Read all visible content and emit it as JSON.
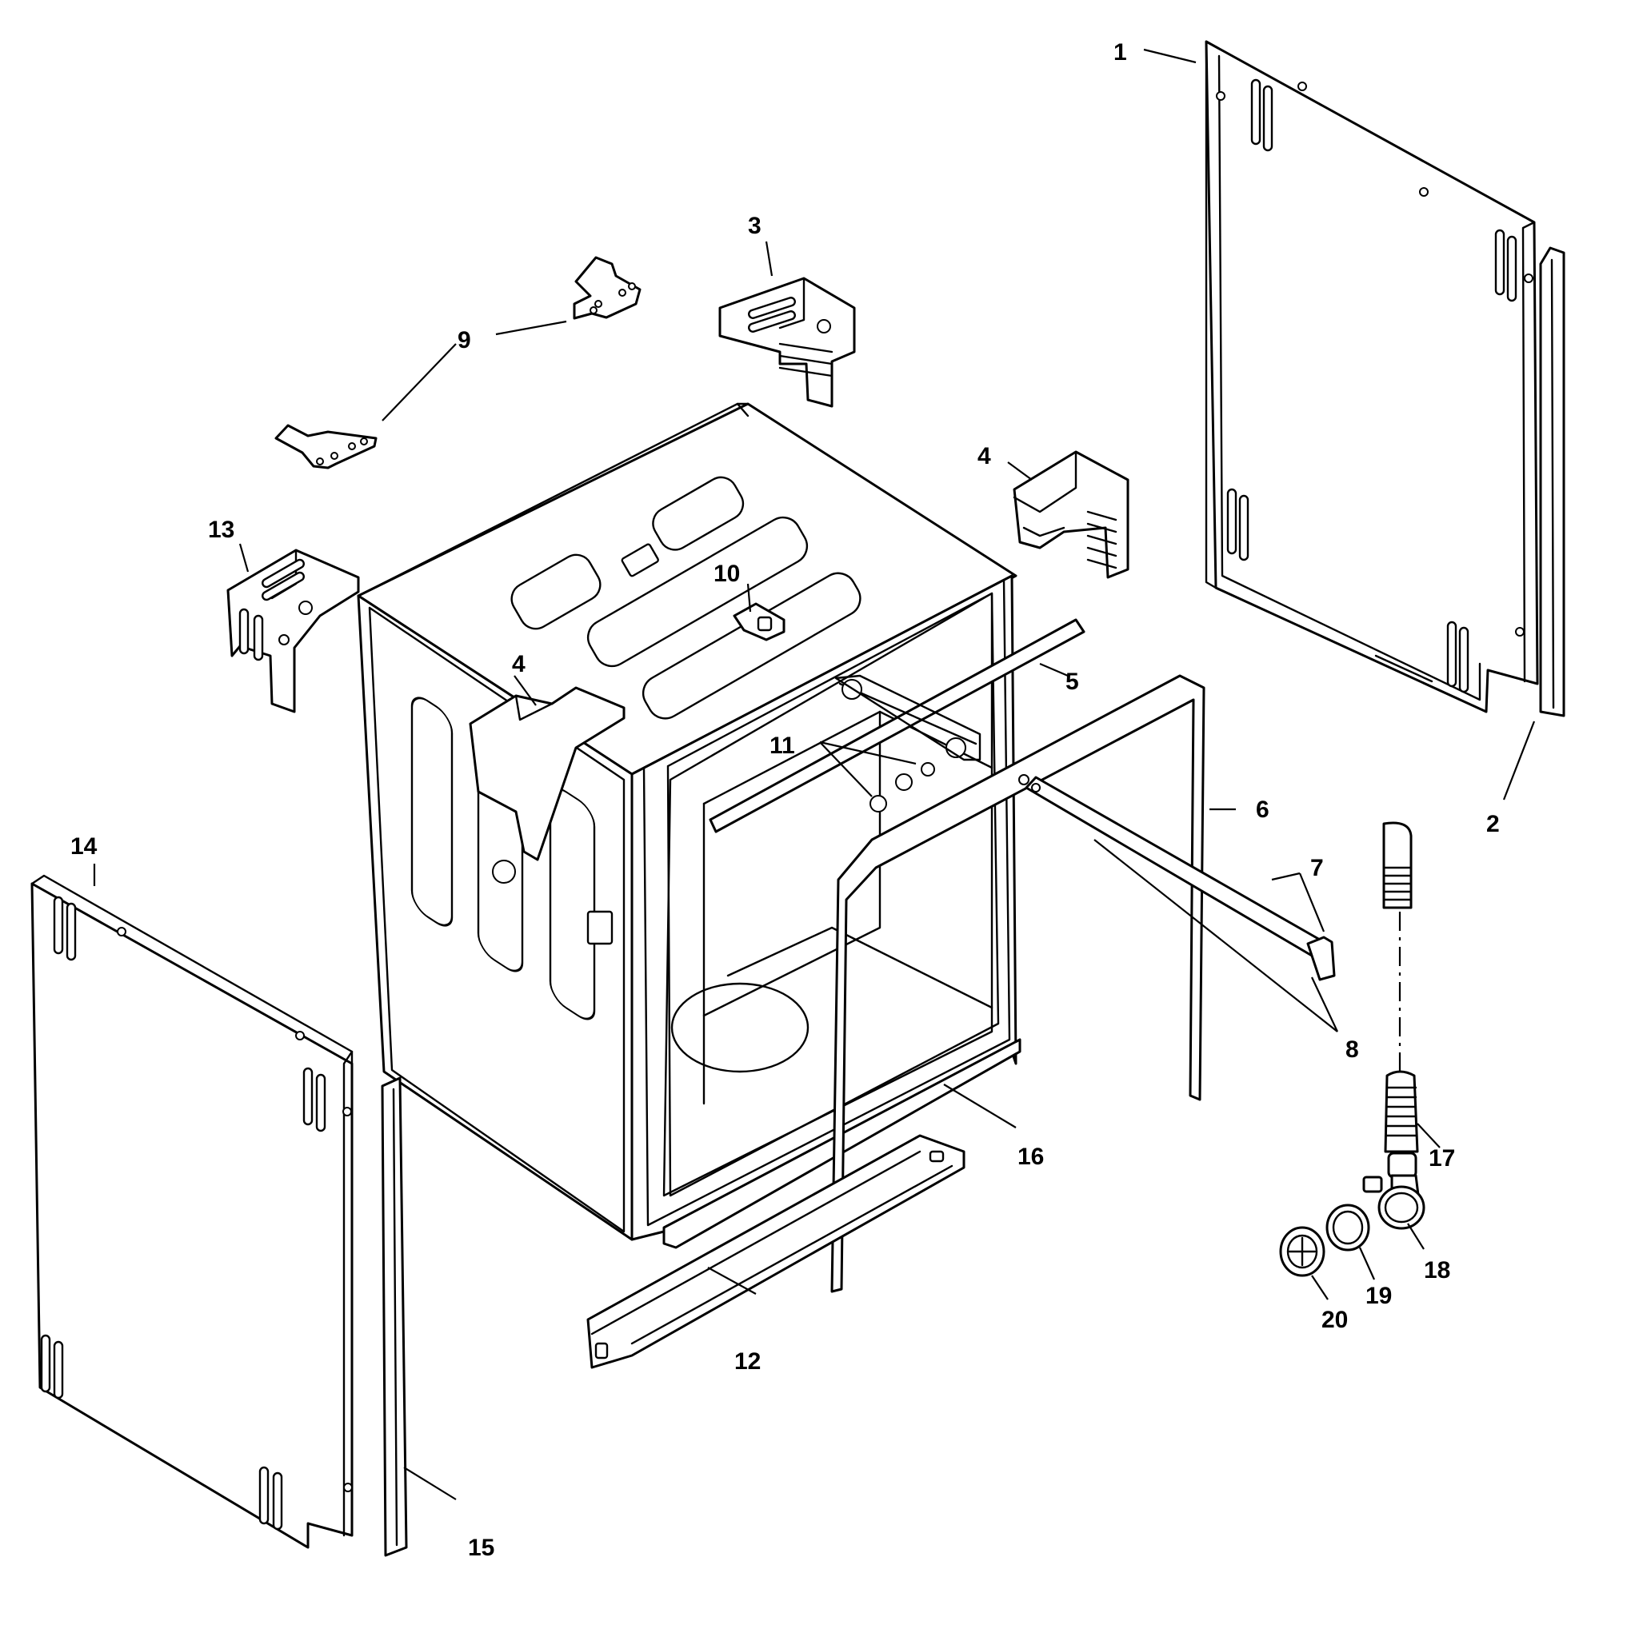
{
  "callouts": {
    "c1": "1",
    "c2": "2",
    "c3": "3",
    "c4a": "4",
    "c4b": "4",
    "c5": "5",
    "c6": "6",
    "c7": "7",
    "c8": "8",
    "c9a": "9",
    "c10": "10",
    "c11": "11",
    "c12": "12",
    "c13": "13",
    "c14": "14",
    "c15": "15",
    "c16": "16",
    "c17": "17",
    "c18": "18",
    "c19": "19",
    "c20": "20"
  },
  "colors": {
    "line": "#000000",
    "background": "#ffffff"
  }
}
